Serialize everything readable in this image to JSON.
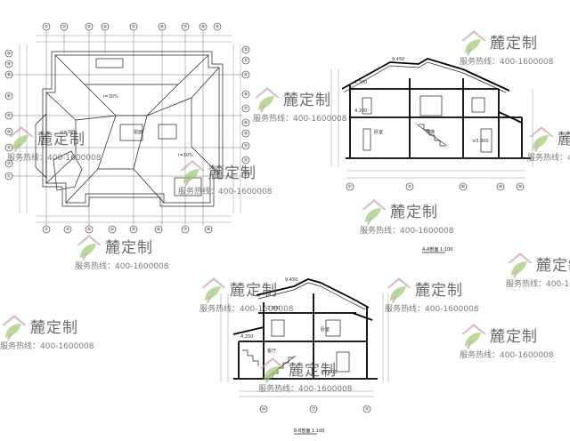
{
  "drawings": {
    "plan_top": {
      "col_labels": [
        "①",
        "②",
        "③",
        "④",
        "⑤",
        "⑥",
        "⑦",
        "⑧",
        "⑨"
      ],
      "row_labels_left": [
        "⑩",
        "⑨",
        "⑧",
        "⑥",
        "⑤",
        "④",
        "③",
        "②",
        "①"
      ],
      "row_labels_right": [
        "⑫",
        "⑪",
        "⑨",
        "⑧",
        "⑦",
        "⑥",
        "④",
        "③",
        "②",
        "①"
      ],
      "col_labels_bottom": [
        "①",
        "②",
        "③",
        "④",
        "⑤",
        "⑥",
        "⑦",
        "⑧"
      ]
    },
    "section_aa": {
      "caption": "A-A剖面 1:100",
      "axis_labels": [
        "①",
        "③",
        "⑥",
        "⑧",
        "⑨"
      ]
    },
    "section_bb": {
      "caption": "B-B剖面 1:100",
      "axis_labels": [
        "⑩",
        "⑦",
        "⑤"
      ]
    }
  },
  "watermark": {
    "brand": "麓定制",
    "hotline": "服务热线：400-1600008",
    "colors": {
      "leaf": "#9bc36a",
      "roof": "#c59aa6"
    }
  }
}
